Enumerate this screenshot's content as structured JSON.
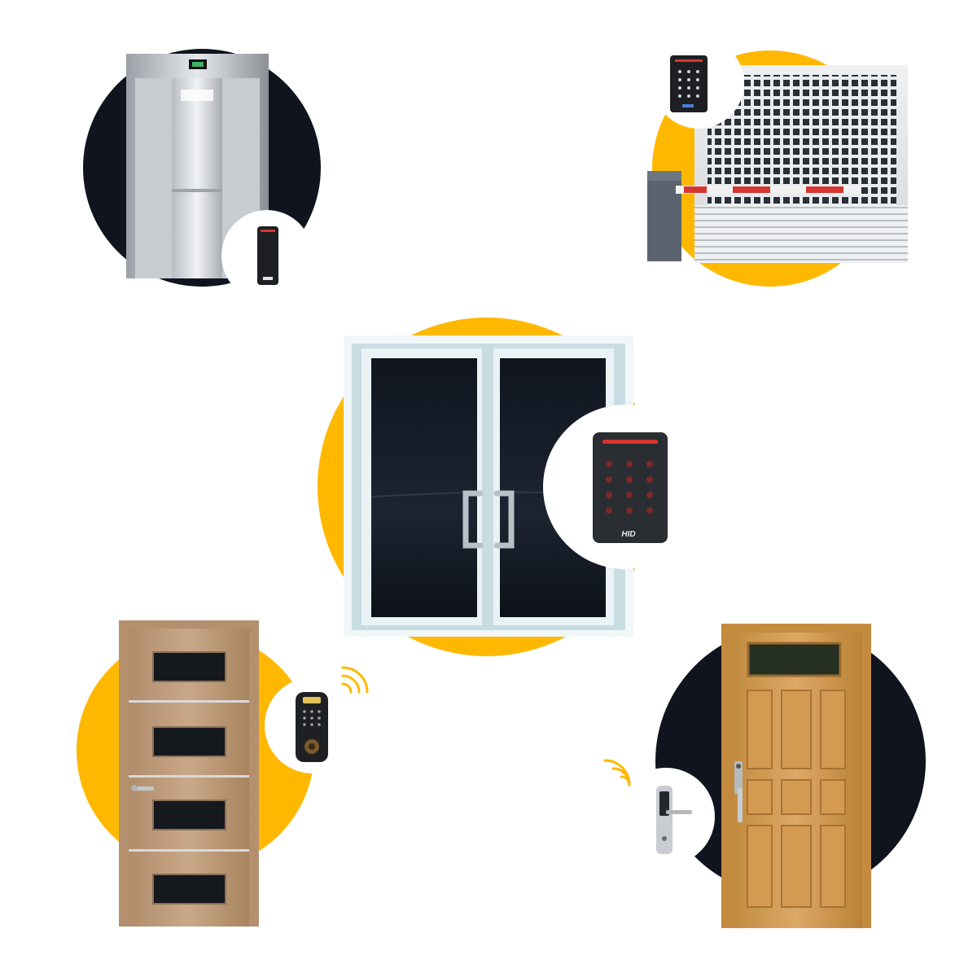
{
  "colors": {
    "navy": "#0f141e",
    "yellow": "#ffb800",
    "white": "#ffffff"
  },
  "scenes": [
    {
      "id": "elevator",
      "backdrop": "navy",
      "reader": "proximity-card-reader"
    },
    {
      "id": "parking-gate",
      "backdrop": "yellow",
      "reader": "keypad-reader"
    },
    {
      "id": "glass-double-door",
      "backdrop": "yellow",
      "reader": "hid-keypad-reader"
    },
    {
      "id": "modern-wood-door",
      "backdrop": "yellow",
      "reader": "smart-deadbolt",
      "wireless": true
    },
    {
      "id": "classic-wood-door",
      "backdrop": "navy",
      "reader": "smart-lever-lock",
      "wireless": true
    }
  ],
  "logos": {
    "hid": "HID"
  }
}
